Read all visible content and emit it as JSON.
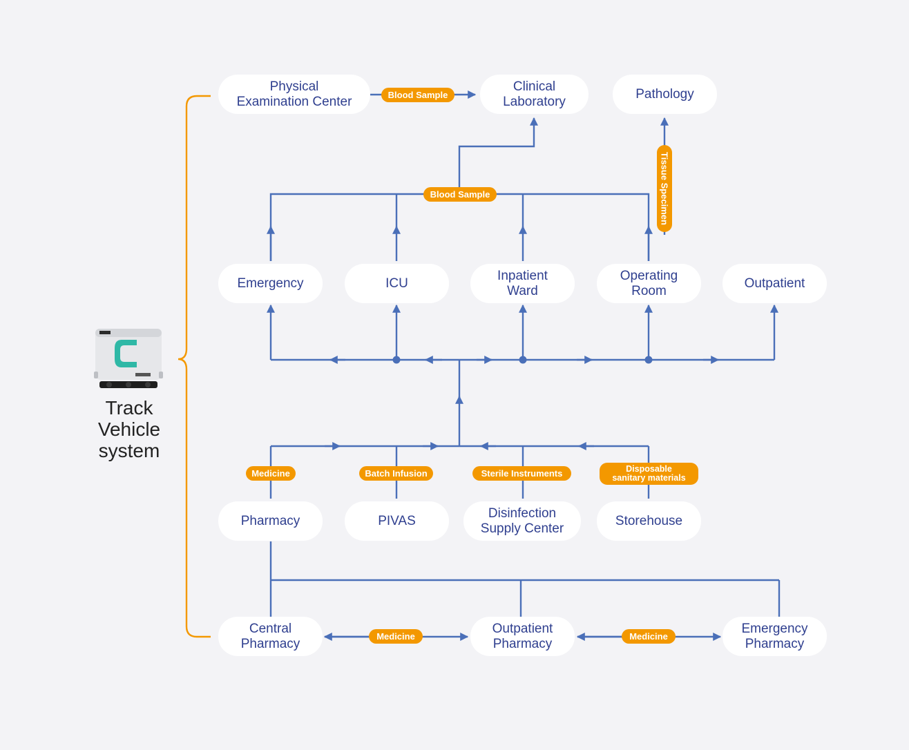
{
  "system_label": [
    "Track",
    "Vehicle",
    "system"
  ],
  "nodes": {
    "physical_examination_center": "Physical\nExamination Center",
    "clinical_laboratory": "Clinical\nLaboratory",
    "pathology": "Pathology",
    "emergency": "Emergency",
    "icu": "ICU",
    "inpatient_ward": "Inpatient\nWard",
    "operating_room": "Operating\nRoom",
    "outpatient": "Outpatient",
    "pharmacy": "Pharmacy",
    "pivas": "PIVAS",
    "disinfection_supply_center": "Disinfection\nSupply Center",
    "storehouse": "Storehouse",
    "central_pharmacy": "Central\nPharmacy",
    "outpatient_pharmacy": "Outpatient\nPharmacy",
    "emergency_pharmacy": "Emergency\nPharmacy"
  },
  "tags": {
    "blood_sample_top": "Blood Sample",
    "blood_sample_mid": "Blood Sample",
    "tissue_specimen": "Tissue Specimen",
    "medicine_pharmacy": "Medicine",
    "batch_infusion": "Batch Infusion",
    "sterile_instruments": "Sterile Instruments",
    "disposable_sanitary_materials": "Disposable\nsanitary materials",
    "medicine_central_outpatient": "Medicine",
    "medicine_outpatient_emergency": "Medicine"
  },
  "colors": {
    "line": "#4a6fb8",
    "tag": "#f39800",
    "bracket": "#f39800",
    "node_text": "#2f3f8f",
    "background": "#f3f3f6"
  }
}
